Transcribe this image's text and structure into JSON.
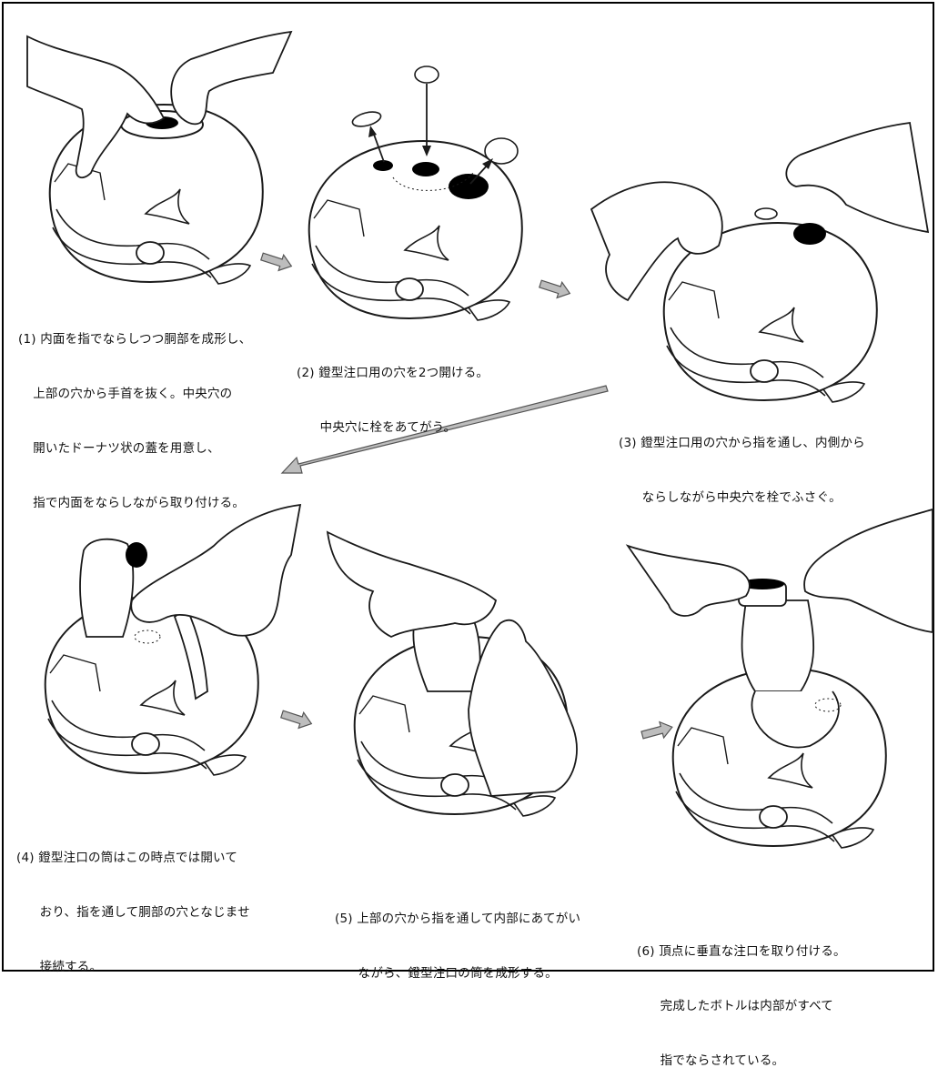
{
  "steps": [
    {
      "number": "(1)",
      "lines": [
        "内面を指でならしつつ胴部を成形し、",
        "上部の穴から手首を抜く。中央穴の",
        "開いたドーナツ状の蓋を用意し、",
        "指で内面をならしながら取り付ける。"
      ]
    },
    {
      "number": "(2)",
      "lines": [
        "鐙型注口用の穴を2つ開ける。",
        "中央穴に栓をあてがう。"
      ]
    },
    {
      "number": "(3)",
      "lines": [
        "鐙型注口用の穴から指を通し、内側から",
        "ならしながら中央穴を栓でふさぐ。"
      ]
    },
    {
      "number": "(4)",
      "lines": [
        "鐙型注口の筒はこの時点では開いて",
        "おり、指を通して胴部の穴となじませ",
        "接続する。"
      ]
    },
    {
      "number": "(5)",
      "lines": [
        "上部の穴から指を通して内部にあてがい",
        "ながら、鐙型注口の筒を成形する。"
      ]
    },
    {
      "number": "(6)",
      "lines": [
        "頂点に垂直な注口を取り付ける。",
        "完成したボトルは内部がすべて",
        "指でならされている。"
      ]
    }
  ],
  "colors": {
    "line": "#1a1a1a",
    "arrow_fill": "#bdbdbd",
    "arrow_stroke": "#555555",
    "hole": "#000000"
  }
}
